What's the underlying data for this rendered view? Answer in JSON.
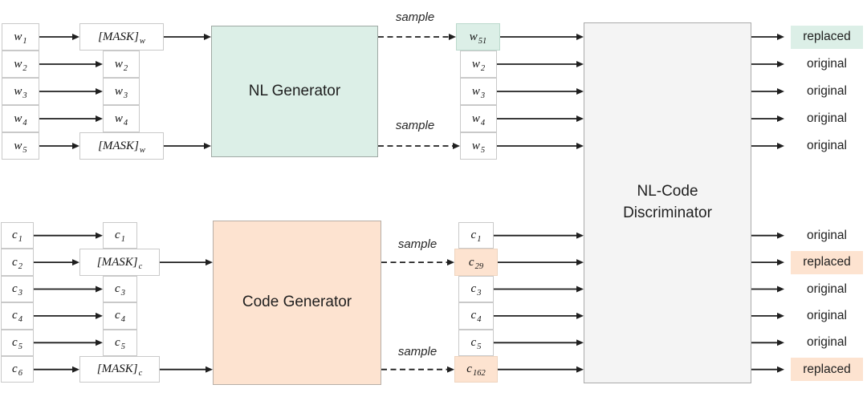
{
  "labels": {
    "sample": "sample",
    "nl_generator": "NL Generator",
    "code_generator": "Code Generator",
    "discriminator_line1": "NL-Code",
    "discriminator_line2": "Discriminator"
  },
  "colors": {
    "mint_fill": "#dcefe7",
    "peach_fill": "#fde3d0",
    "discriminator_fill": "#f4f4f4",
    "box_border": "#c9c9c9",
    "arrow": "#1f1f1f"
  },
  "nl_stream": {
    "inputs": [
      {
        "base": "w",
        "sub": "1"
      },
      {
        "base": "w",
        "sub": "2"
      },
      {
        "base": "w",
        "sub": "3"
      },
      {
        "base": "w",
        "sub": "4"
      },
      {
        "base": "w",
        "sub": "5"
      }
    ],
    "masked": [
      {
        "base": "[MASK]",
        "sub": "w",
        "wide": true
      },
      {
        "base": "w",
        "sub": "2"
      },
      {
        "base": "w",
        "sub": "3"
      },
      {
        "base": "w",
        "sub": "4"
      },
      {
        "base": "[MASK]",
        "sub": "w",
        "wide": true
      }
    ],
    "sampled": [
      {
        "base": "w",
        "sub": "51",
        "highlight": true
      },
      {
        "base": "w",
        "sub": "2"
      },
      {
        "base": "w",
        "sub": "3"
      },
      {
        "base": "w",
        "sub": "4"
      },
      {
        "base": "w",
        "sub": "5"
      }
    ],
    "outputs": [
      {
        "text": "replaced",
        "highlight": true
      },
      {
        "text": "original"
      },
      {
        "text": "original"
      },
      {
        "text": "original"
      },
      {
        "text": "original"
      }
    ]
  },
  "code_stream": {
    "inputs": [
      {
        "base": "c",
        "sub": "1"
      },
      {
        "base": "c",
        "sub": "2"
      },
      {
        "base": "c",
        "sub": "3"
      },
      {
        "base": "c",
        "sub": "4"
      },
      {
        "base": "c",
        "sub": "5"
      },
      {
        "base": "c",
        "sub": "6"
      }
    ],
    "masked": [
      {
        "base": "c",
        "sub": "1"
      },
      {
        "base": "[MASK]",
        "sub": "c",
        "wide": true
      },
      {
        "base": "c",
        "sub": "3"
      },
      {
        "base": "c",
        "sub": "4"
      },
      {
        "base": "c",
        "sub": "5"
      },
      {
        "base": "[MASK]",
        "sub": "c",
        "wide": true
      }
    ],
    "sampled": [
      {
        "base": "c",
        "sub": "1"
      },
      {
        "base": "c",
        "sub": "29",
        "highlight": true
      },
      {
        "base": "c",
        "sub": "3"
      },
      {
        "base": "c",
        "sub": "4"
      },
      {
        "base": "c",
        "sub": "5"
      },
      {
        "base": "c",
        "sub": "162",
        "highlight": true
      }
    ],
    "outputs": [
      {
        "text": "original"
      },
      {
        "text": "replaced",
        "highlight": true
      },
      {
        "text": "original"
      },
      {
        "text": "original"
      },
      {
        "text": "original"
      },
      {
        "text": "replaced",
        "highlight": true
      }
    ]
  }
}
